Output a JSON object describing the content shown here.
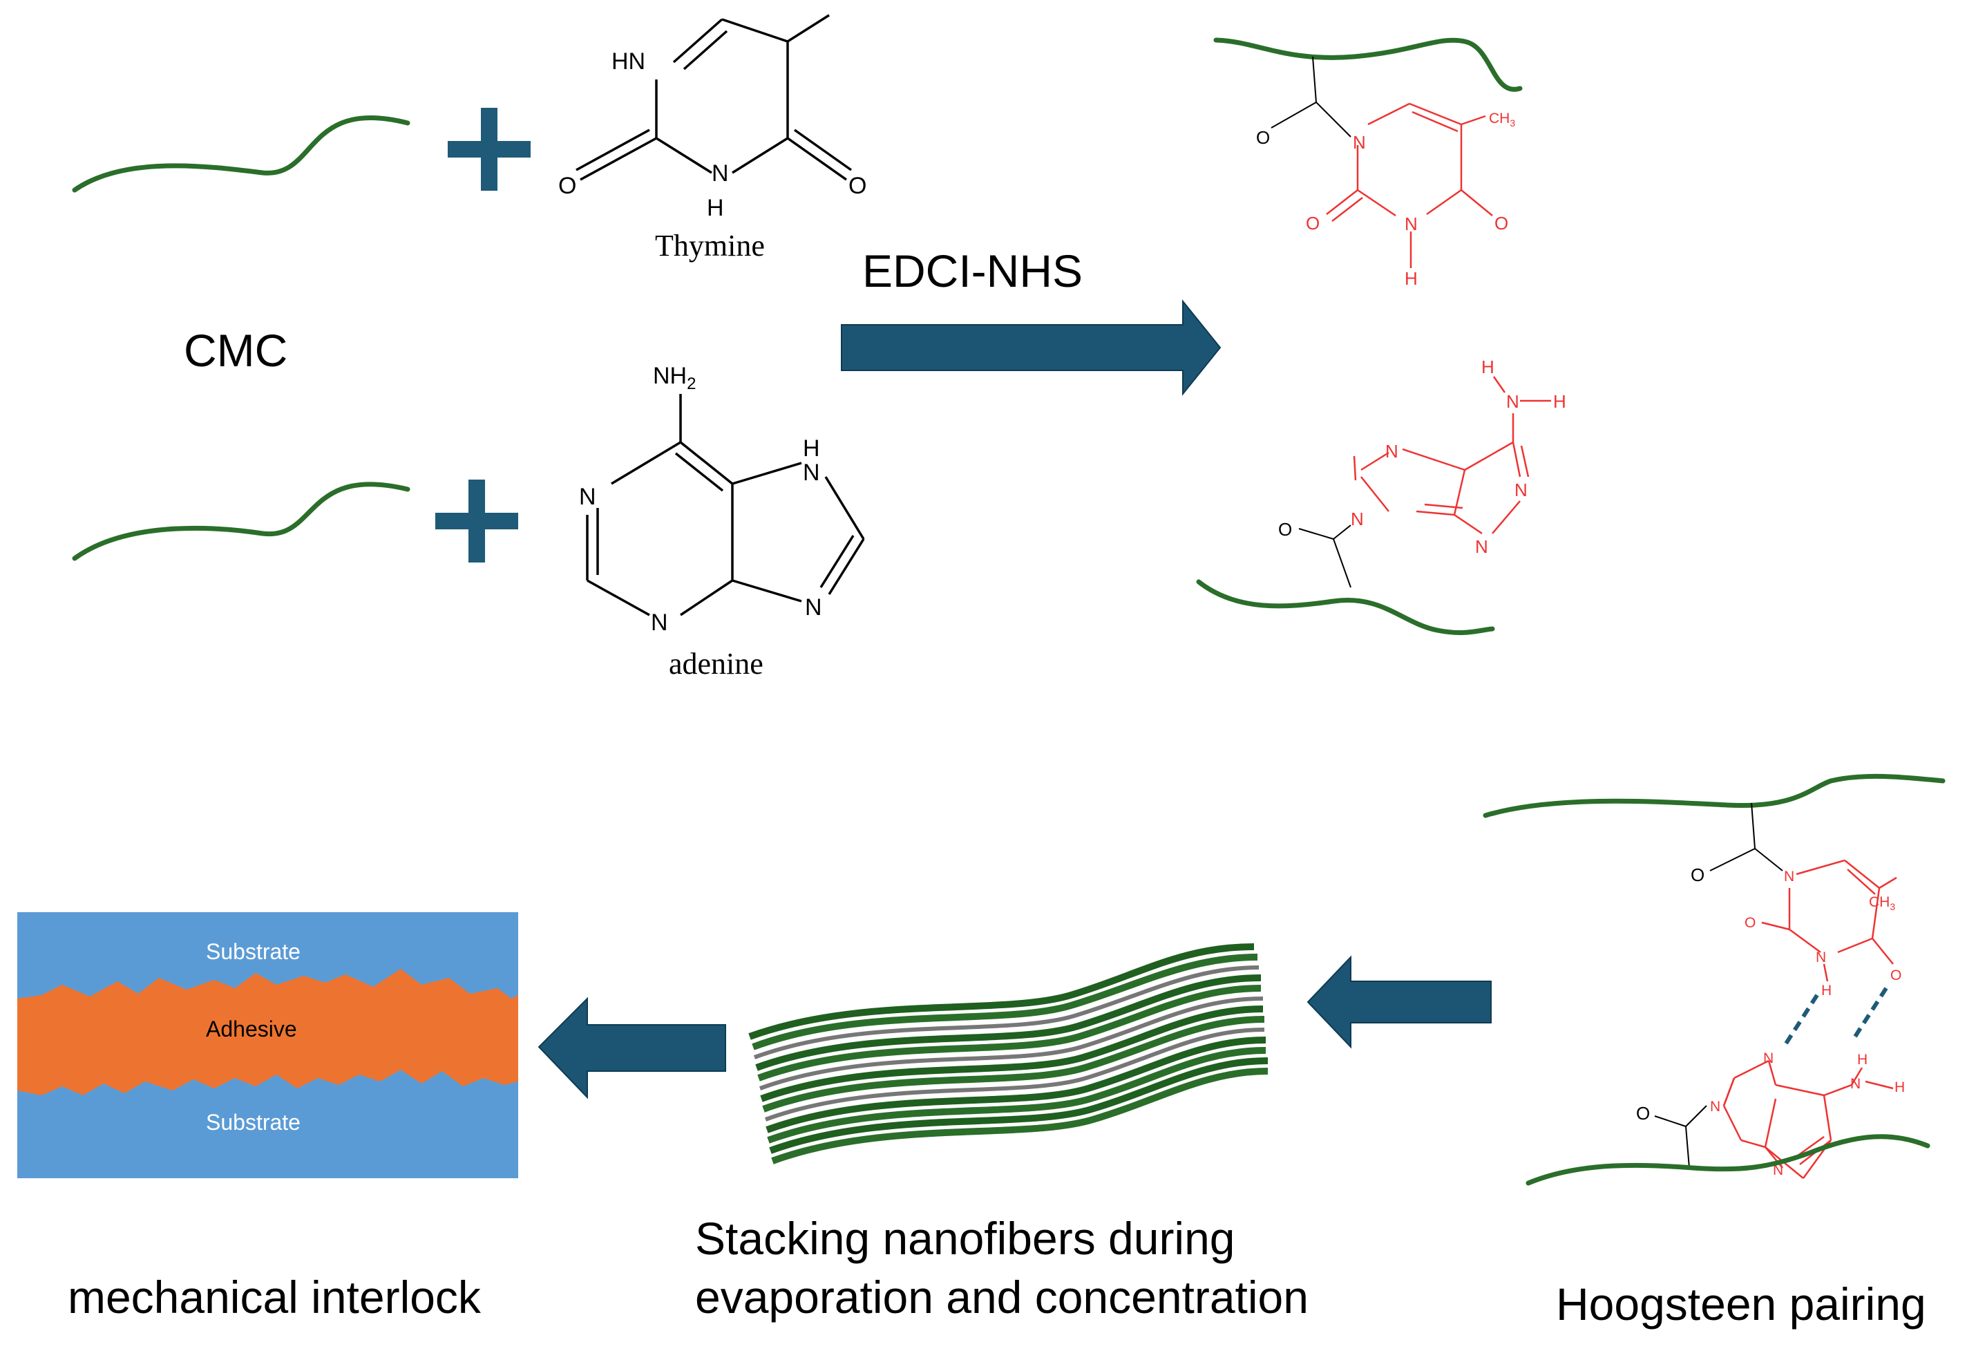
{
  "colors": {
    "fiber": "#2a6e2a",
    "arrow": "#1b5573",
    "plus": "#1f5a78",
    "substrate": "#5b9bd5",
    "adhesive": "#ed7430",
    "modified_group": "#ee3333"
  },
  "labels": {
    "cmc": "CMC",
    "thymine": "Thymine",
    "adenine": "adenine",
    "reagent": "EDCI-NHS",
    "stacking_line1": "Stacking nanofibers during",
    "stacking_line2": "evaporation and concentration",
    "mechanical_interlock": "mechanical interlock",
    "hoogsteen": "Hoogsteen pairing"
  },
  "interlock_panel": {
    "substrate_top": "Substrate",
    "adhesive": "Adhesive",
    "substrate_bottom": "Substrate"
  },
  "atoms": {
    "hn": "HN",
    "n": "N",
    "h": "H",
    "o": "O",
    "nh2": "NH",
    "nh2_sub": "2",
    "ch3": "CH",
    "ch3_sub": "3"
  }
}
